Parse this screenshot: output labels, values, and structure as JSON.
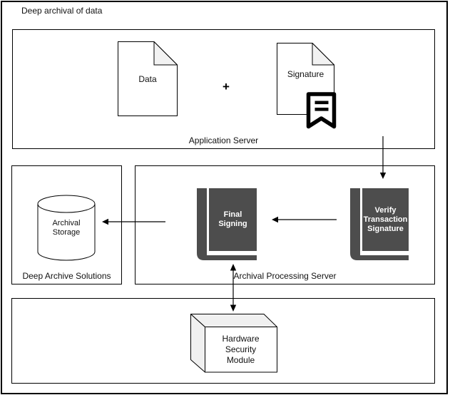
{
  "title": "Deep archival of data",
  "app_server": {
    "label": "Application Server",
    "data_doc_label": "Data",
    "plus": "+",
    "signature_doc_label": "Signature"
  },
  "deep_archive": {
    "label": "Deep Archive Solutions",
    "storage_label": "Archival\nStorage"
  },
  "processing": {
    "label": "Archival Processing Server",
    "final_signing_label": "Final\nSigning",
    "verify_label": "Verify\nTransaction\nSignature"
  },
  "hsm": {
    "label": "Hardware\nSecurity\nModule"
  },
  "colors": {
    "border": "#000000",
    "book_fill": "#4d4d4d",
    "book_text": "#ffffff",
    "fold_fill": "#f2f2f2",
    "cube_shade_fill": "#f0f0f0",
    "background": "#ffffff"
  }
}
